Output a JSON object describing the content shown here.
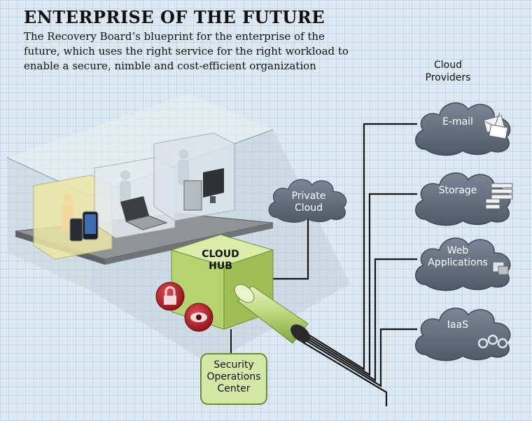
{
  "title": "ENTERPRISE OF THE FUTURE",
  "subtitle": "The Recovery Board’s blueprint for the enterprise of the future, which uses the right service for the right workload to enable a secure, nimble and cost-efficient organization",
  "providers_heading": "Cloud Providers",
  "private_cloud": "Private Cloud",
  "cloud_hub": "CLOUD HUB",
  "security_center": "Security Operations Center",
  "providers": [
    {
      "label": "E-mail",
      "icon": "envelope-icon"
    },
    {
      "label": "Storage",
      "icon": "server-stack-icon"
    },
    {
      "label": "Web Applications",
      "icon": "web-app-icon"
    },
    {
      "label": "IaaS",
      "icon": "gears-icon"
    }
  ],
  "colors": {
    "cloud": "#5a6675",
    "hub": "#c4df86",
    "security": "#b01e2a",
    "building": "#c8d6de"
  }
}
